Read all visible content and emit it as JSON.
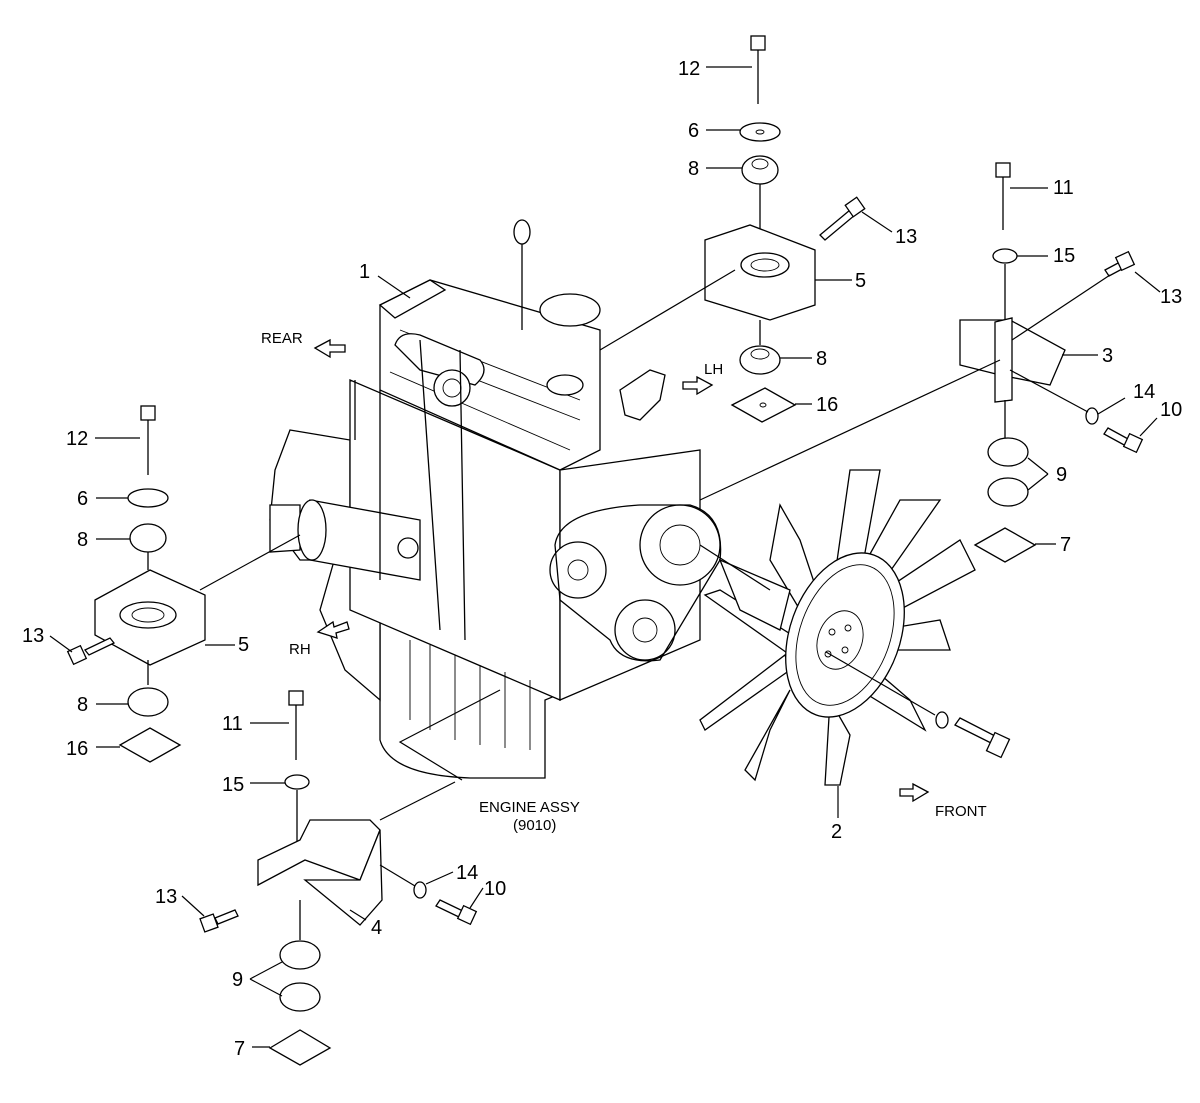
{
  "labels": {
    "engine_assy": "ENGINE ASSY",
    "engine_code": "(9010)",
    "rear": "REAR",
    "lh": "LH",
    "rh": "RH",
    "front": "FRONT"
  },
  "callouts": {
    "c1": "1",
    "c2": "2",
    "c3": "3",
    "c4": "4",
    "c5a": "5",
    "c5b": "5",
    "c6a": "6",
    "c6b": "6",
    "c7a": "7",
    "c7b": "7",
    "c8a": "8",
    "c8b": "8",
    "c8c": "8",
    "c8d": "8",
    "c9a": "9",
    "c9b": "9",
    "c10a": "10",
    "c10b": "10",
    "c11a": "11",
    "c11b": "11",
    "c12a": "12",
    "c12b": "12",
    "c13a": "13",
    "c13b": "13",
    "c13c": "13",
    "c14a": "14",
    "c14b": "14",
    "c15a": "15",
    "c15b": "15",
    "c16a": "16",
    "c16b": "16"
  }
}
